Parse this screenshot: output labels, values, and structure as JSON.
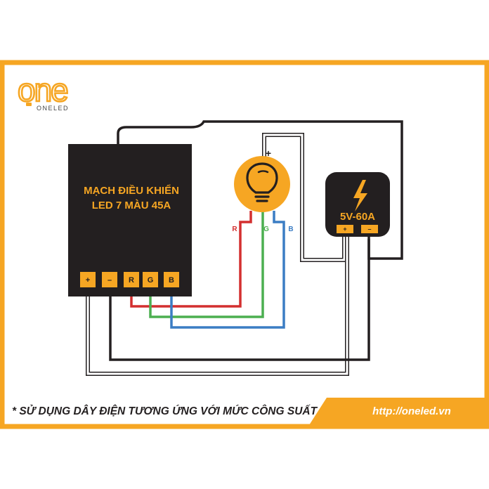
{
  "logo": {
    "mark": "one",
    "sub": "ONELED"
  },
  "controller": {
    "title_line1": "MẠCH ĐIỀU KHIỂN",
    "title_line2": "LED 7 MÀU 45A",
    "terminals": [
      "+",
      "–",
      "R",
      "G",
      "B"
    ]
  },
  "bulb": {
    "icon": "lightbulb-icon",
    "plus_label": "+",
    "wire_labels": [
      "R",
      "G",
      "B"
    ]
  },
  "power_supply": {
    "icon": "lightning-bolt-icon",
    "label": "5V-60A",
    "terminals": [
      "+",
      "–"
    ]
  },
  "footer": {
    "note": "* SỬ DỤNG DÂY ĐIỆN TƯƠNG ỨNG VỚI MỨC CÔNG SUẤT",
    "url": "http://oneled.vn"
  },
  "colors": {
    "orange": "#F6A623",
    "dark": "#231F20",
    "red_wire": "#D32F2F",
    "green_wire": "#4CAF50",
    "blue_wire": "#3B7DC4"
  }
}
